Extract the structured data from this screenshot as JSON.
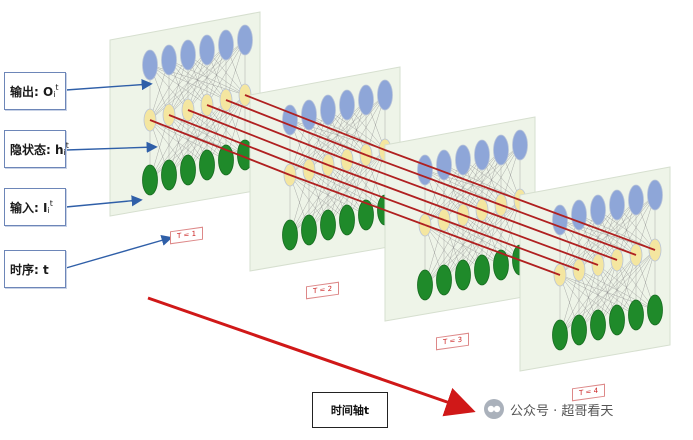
{
  "labels": {
    "output": {
      "main": "输出: O",
      "sub": "i",
      "sup": "t"
    },
    "hidden": {
      "main": "隐状态: h",
      "sub": "i",
      "sup": "t"
    },
    "input": {
      "main": "输入: I",
      "sub": "i",
      "sup": "t"
    },
    "time": {
      "main": "时序: t"
    }
  },
  "frames": [
    {
      "tag": "T = 1"
    },
    {
      "tag": "T = 2"
    },
    {
      "tag": "T = 3"
    },
    {
      "tag": "T = 4"
    }
  ],
  "axis": {
    "label": "时间轴t"
  },
  "watermark": {
    "text": "公众号 · 超哥看天"
  },
  "colors": {
    "output_node": "#8ea6d8",
    "hidden_node": "#f4e6a0",
    "input_node": "#1f8a2a",
    "recurrent_link": "#b02020",
    "arrow": "#d01818",
    "pointer": "#2f5fa8",
    "panel": "#eef4e8"
  }
}
